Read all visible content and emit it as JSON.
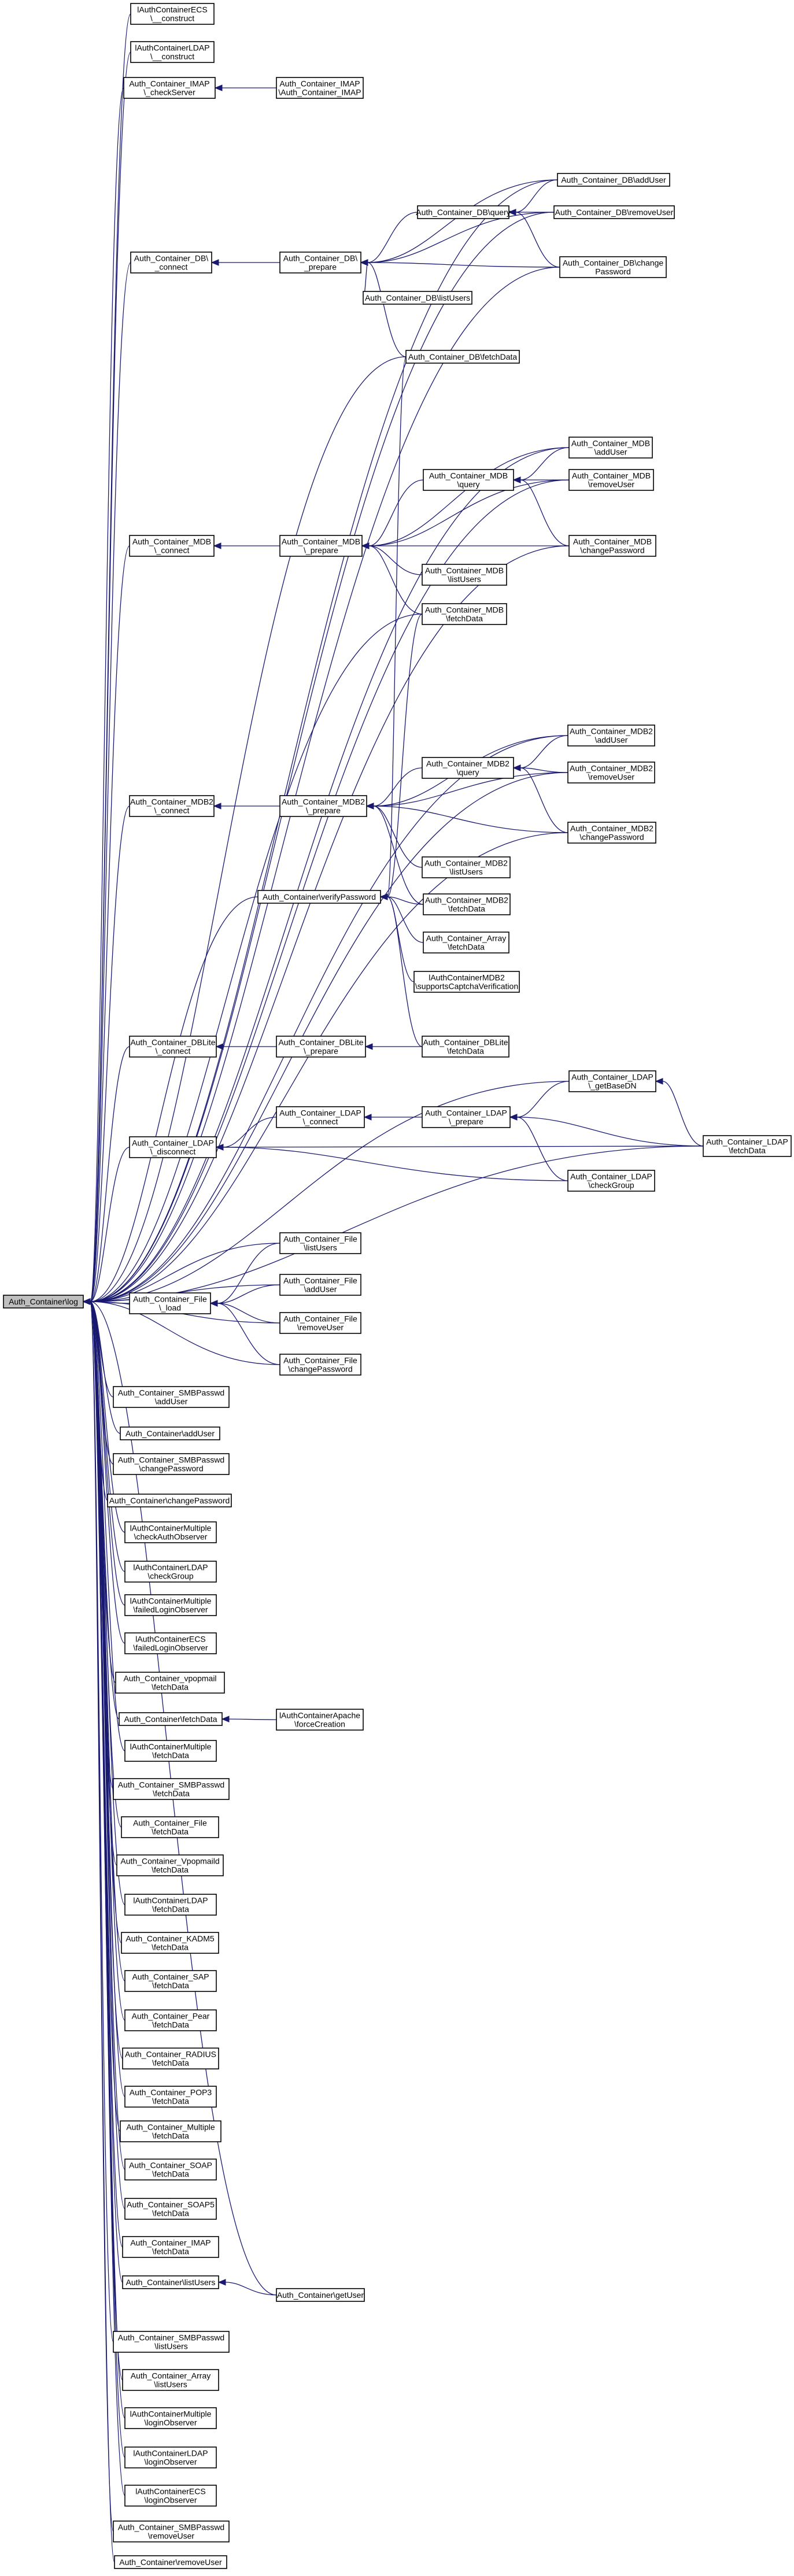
{
  "nodes": [
    {
      "id": "root",
      "lines": [
        "Auth_Container\\log"
      ]
    },
    {
      "id": "ecs_construct",
      "lines": [
        "lAuthContainerECS",
        "\\__construct"
      ]
    },
    {
      "id": "ldap_construct",
      "lines": [
        "lAuthContainerLDAP",
        "\\__construct"
      ]
    },
    {
      "id": "imap_checkServer",
      "lines": [
        "Auth_Container_IMAP",
        "\\_checkServer"
      ]
    },
    {
      "id": "imap_ctor",
      "lines": [
        "Auth_Container_IMAP",
        "\\Auth_Container_IMAP"
      ]
    },
    {
      "id": "db_addUser",
      "lines": [
        "Auth_Container_DB\\addUser"
      ]
    },
    {
      "id": "db_query",
      "lines": [
        "Auth_Container_DB\\query"
      ]
    },
    {
      "id": "db_removeUser",
      "lines": [
        "Auth_Container_DB\\removeUser"
      ]
    },
    {
      "id": "db_connect",
      "lines": [
        "Auth_Container_DB\\",
        "_connect"
      ]
    },
    {
      "id": "db_prepare",
      "lines": [
        "Auth_Container_DB\\",
        "_prepare"
      ]
    },
    {
      "id": "db_changePassword",
      "lines": [
        "Auth_Container_DB\\change",
        "Password"
      ]
    },
    {
      "id": "db_listUsers",
      "lines": [
        "Auth_Container_DB\\listUsers"
      ]
    },
    {
      "id": "db_fetchData",
      "lines": [
        "Auth_Container_DB\\fetchData"
      ]
    },
    {
      "id": "mdb_addUser",
      "lines": [
        "Auth_Container_MDB",
        "\\addUser"
      ]
    },
    {
      "id": "mdb_query",
      "lines": [
        "Auth_Container_MDB",
        "\\query"
      ]
    },
    {
      "id": "mdb_removeUser",
      "lines": [
        "Auth_Container_MDB",
        "\\removeUser"
      ]
    },
    {
      "id": "mdb_connect",
      "lines": [
        "Auth_Container_MDB",
        "\\_connect"
      ]
    },
    {
      "id": "mdb_prepare",
      "lines": [
        "Auth_Container_MDB",
        "\\_prepare"
      ]
    },
    {
      "id": "mdb_changePassword",
      "lines": [
        "Auth_Container_MDB",
        "\\changePassword"
      ]
    },
    {
      "id": "mdb_listUsers",
      "lines": [
        "Auth_Container_MDB",
        "\\listUsers"
      ]
    },
    {
      "id": "mdb_fetchData",
      "lines": [
        "Auth_Container_MDB",
        "\\fetchData"
      ]
    },
    {
      "id": "mdb2_addUser",
      "lines": [
        "Auth_Container_MDB2",
        "\\addUser"
      ]
    },
    {
      "id": "mdb2_query",
      "lines": [
        "Auth_Container_MDB2",
        "\\query"
      ]
    },
    {
      "id": "mdb2_removeUser",
      "lines": [
        "Auth_Container_MDB2",
        "\\removeUser"
      ]
    },
    {
      "id": "mdb2_connect",
      "lines": [
        "Auth_Container_MDB2",
        "\\_connect"
      ]
    },
    {
      "id": "mdb2_prepare",
      "lines": [
        "Auth_Container_MDB2",
        "\\_prepare"
      ]
    },
    {
      "id": "mdb2_changePassword",
      "lines": [
        "Auth_Container_MDB2",
        "\\changePassword"
      ]
    },
    {
      "id": "mdb2_listUsers",
      "lines": [
        "Auth_Container_MDB2",
        "\\listUsers"
      ]
    },
    {
      "id": "verifyPassword",
      "lines": [
        "Auth_Container\\verifyPassword"
      ]
    },
    {
      "id": "mdb2_fetchData",
      "lines": [
        "Auth_Container_MDB2",
        "\\fetchData"
      ]
    },
    {
      "id": "array_fetchData",
      "lines": [
        "Auth_Container_Array",
        "\\fetchData"
      ]
    },
    {
      "id": "mdb2_captcha",
      "lines": [
        "lAuthContainerMDB2",
        "\\supportsCaptchaVerification"
      ]
    },
    {
      "id": "dblite_connect",
      "lines": [
        "Auth_Container_DBLite",
        "\\_connect"
      ]
    },
    {
      "id": "dblite_prepare",
      "lines": [
        "Auth_Container_DBLite",
        "\\_prepare"
      ]
    },
    {
      "id": "dblite_fetchData",
      "lines": [
        "Auth_Container_DBLite",
        "\\fetchData"
      ]
    },
    {
      "id": "ldap_getBaseDN",
      "lines": [
        "Auth_Container_LDAP",
        "\\_getBaseDN"
      ]
    },
    {
      "id": "ldap_connect",
      "lines": [
        "Auth_Container_LDAP",
        "\\_connect"
      ]
    },
    {
      "id": "ldap_prepare",
      "lines": [
        "Auth_Container_LDAP",
        "\\_prepare"
      ]
    },
    {
      "id": "ldap_disconnect",
      "lines": [
        "Auth_Container_LDAP",
        "\\_disconnect"
      ]
    },
    {
      "id": "ldap_fetchData",
      "lines": [
        "Auth_Container_LDAP",
        "\\fetchData"
      ]
    },
    {
      "id": "ldap_checkGroup",
      "lines": [
        "Auth_Container_LDAP",
        "\\checkGroup"
      ]
    },
    {
      "id": "file_listUsers",
      "lines": [
        "Auth_Container_File",
        "\\listUsers"
      ]
    },
    {
      "id": "file_load",
      "lines": [
        "Auth_Container_File",
        "\\_load"
      ]
    },
    {
      "id": "file_addUser",
      "lines": [
        "Auth_Container_File",
        "\\addUser"
      ]
    },
    {
      "id": "file_removeUser",
      "lines": [
        "Auth_Container_File",
        "\\removeUser"
      ]
    },
    {
      "id": "file_changePassword",
      "lines": [
        "Auth_Container_File",
        "\\changePassword"
      ]
    },
    {
      "id": "smb_addUser",
      "lines": [
        "Auth_Container_SMBPasswd",
        "\\addUser"
      ]
    },
    {
      "id": "c_addUser",
      "lines": [
        "Auth_Container\\addUser"
      ]
    },
    {
      "id": "smb_changePassword",
      "lines": [
        "Auth_Container_SMBPasswd",
        "\\changePassword"
      ]
    },
    {
      "id": "c_changePassword",
      "lines": [
        "Auth_Container\\changePassword"
      ]
    },
    {
      "id": "multiple_checkAuthObserver",
      "lines": [
        "lAuthContainerMultiple",
        "\\checkAuthObserver"
      ]
    },
    {
      "id": "ldap_checkGroup2",
      "lines": [
        "lAuthContainerLDAP",
        "\\checkGroup"
      ]
    },
    {
      "id": "multiple_failedLogin",
      "lines": [
        "lAuthContainerMultiple",
        "\\failedLoginObserver"
      ]
    },
    {
      "id": "ecs_failedLogin",
      "lines": [
        "lAuthContainerECS",
        "\\failedLoginObserver"
      ]
    },
    {
      "id": "vpopmail_fetchData",
      "lines": [
        "Auth_Container_vpopmail",
        "\\fetchData"
      ]
    },
    {
      "id": "c_fetchData",
      "lines": [
        "Auth_Container\\fetchData"
      ]
    },
    {
      "id": "apache_forceCreation",
      "lines": [
        "lAuthContainerApache",
        "\\forceCreation"
      ]
    },
    {
      "id": "multiple_fetchData",
      "lines": [
        "lAuthContainerMultiple",
        "\\fetchData"
      ]
    },
    {
      "id": "smb_fetchData",
      "lines": [
        "Auth_Container_SMBPasswd",
        "\\fetchData"
      ]
    },
    {
      "id": "file_fetchData",
      "lines": [
        "Auth_Container_File",
        "\\fetchData"
      ]
    },
    {
      "id": "vpopmaild_fetchData",
      "lines": [
        "Auth_Container_Vpopmaild",
        "\\fetchData"
      ]
    },
    {
      "id": "ldap2_fetchData",
      "lines": [
        "lAuthContainerLDAP",
        "\\fetchData"
      ]
    },
    {
      "id": "kadm5_fetchData",
      "lines": [
        "Auth_Container_KADM5",
        "\\fetchData"
      ]
    },
    {
      "id": "sap_fetchData",
      "lines": [
        "Auth_Container_SAP",
        "\\fetchData"
      ]
    },
    {
      "id": "pear_fetchData",
      "lines": [
        "Auth_Container_Pear",
        "\\fetchData"
      ]
    },
    {
      "id": "radius_fetchData",
      "lines": [
        "Auth_Container_RADIUS",
        "\\fetchData"
      ]
    },
    {
      "id": "pop3_fetchData",
      "lines": [
        "Auth_Container_POP3",
        "\\fetchData"
      ]
    },
    {
      "id": "multiple2_fetchData",
      "lines": [
        "Auth_Container_Multiple",
        "\\fetchData"
      ]
    },
    {
      "id": "soap_fetchData",
      "lines": [
        "Auth_Container_SOAP",
        "\\fetchData"
      ]
    },
    {
      "id": "soap5_fetchData",
      "lines": [
        "Auth_Container_SOAP5",
        "\\fetchData"
      ]
    },
    {
      "id": "imap_fetchData",
      "lines": [
        "Auth_Container_IMAP",
        "\\fetchData"
      ]
    },
    {
      "id": "c_listUsers",
      "lines": [
        "Auth_Container\\listUsers"
      ]
    },
    {
      "id": "c_getUser",
      "lines": [
        "Auth_Container\\getUser"
      ]
    },
    {
      "id": "smb_listUsers",
      "lines": [
        "Auth_Container_SMBPasswd",
        "\\listUsers"
      ]
    },
    {
      "id": "array_listUsers",
      "lines": [
        "Auth_Container_Array",
        "\\listUsers"
      ]
    },
    {
      "id": "multiple_loginObserver",
      "lines": [
        "lAuthContainerMultiple",
        "\\loginObserver"
      ]
    },
    {
      "id": "ldap_loginObserver",
      "lines": [
        "lAuthContainerLDAP",
        "\\loginObserver"
      ]
    },
    {
      "id": "ecs_loginObserver",
      "lines": [
        "lAuthContainerECS",
        "\\loginObserver"
      ]
    },
    {
      "id": "smb_removeUser",
      "lines": [
        "Auth_Container_SMBPasswd",
        "\\removeUser"
      ]
    },
    {
      "id": "c_removeUser",
      "lines": [
        "Auth_Container\\removeUser"
      ]
    }
  ],
  "edges": [
    [
      "ecs_construct",
      "root"
    ],
    [
      "ldap_construct",
      "root"
    ],
    [
      "imap_checkServer",
      "root"
    ],
    [
      "imap_ctor",
      "imap_checkServer"
    ],
    [
      "db_addUser",
      "root"
    ],
    [
      "db_query",
      "db_prepare"
    ],
    [
      "db_addUser",
      "db_query"
    ],
    [
      "db_removeUser",
      "db_query"
    ],
    [
      "db_changePassword",
      "db_query"
    ],
    [
      "db_addUser",
      "db_prepare"
    ],
    [
      "db_removeUser",
      "db_prepare"
    ],
    [
      "db_changePassword",
      "db_prepare"
    ],
    [
      "db_listUsers",
      "db_prepare"
    ],
    [
      "db_fetchData",
      "db_prepare"
    ],
    [
      "db_prepare",
      "db_connect"
    ],
    [
      "db_connect",
      "root"
    ],
    [
      "db_changePassword",
      "root"
    ],
    [
      "db_fetchData",
      "root"
    ],
    [
      "db_removeUser",
      "root"
    ],
    [
      "mdb_addUser",
      "root"
    ],
    [
      "mdb_removeUser",
      "root"
    ],
    [
      "mdb_query",
      "mdb_prepare"
    ],
    [
      "mdb_addUser",
      "mdb_query"
    ],
    [
      "mdb_removeUser",
      "mdb_query"
    ],
    [
      "mdb_changePassword",
      "mdb_query"
    ],
    [
      "mdb_addUser",
      "mdb_prepare"
    ],
    [
      "mdb_removeUser",
      "mdb_prepare"
    ],
    [
      "mdb_changePassword",
      "mdb_prepare"
    ],
    [
      "mdb_listUsers",
      "mdb_prepare"
    ],
    [
      "mdb_fetchData",
      "mdb_prepare"
    ],
    [
      "mdb_prepare",
      "mdb_connect"
    ],
    [
      "mdb_connect",
      "root"
    ],
    [
      "mdb_changePassword",
      "root"
    ],
    [
      "mdb_fetchData",
      "root"
    ],
    [
      "mdb2_addUser",
      "root"
    ],
    [
      "mdb2_removeUser",
      "root"
    ],
    [
      "mdb2_query",
      "mdb2_prepare"
    ],
    [
      "mdb2_addUser",
      "mdb2_query"
    ],
    [
      "mdb2_removeUser",
      "mdb2_query"
    ],
    [
      "mdb2_changePassword",
      "mdb2_query"
    ],
    [
      "mdb2_addUser",
      "mdb2_prepare"
    ],
    [
      "mdb2_removeUser",
      "mdb2_prepare"
    ],
    [
      "mdb2_changePassword",
      "mdb2_prepare"
    ],
    [
      "mdb2_listUsers",
      "mdb2_prepare"
    ],
    [
      "mdb2_fetchData",
      "mdb2_prepare"
    ],
    [
      "mdb2_prepare",
      "mdb2_connect"
    ],
    [
      "mdb2_connect",
      "root"
    ],
    [
      "mdb2_changePassword",
      "root"
    ],
    [
      "verifyPassword",
      "root"
    ],
    [
      "mdb2_fetchData",
      "verifyPassword"
    ],
    [
      "array_fetchData",
      "verifyPassword"
    ],
    [
      "mdb2_captcha",
      "verifyPassword"
    ],
    [
      "dblite_fetchData",
      "verifyPassword"
    ],
    [
      "db_fetchData",
      "verifyPassword"
    ],
    [
      "mdb_fetchData",
      "verifyPassword"
    ],
    [
      "dblite_connect",
      "root"
    ],
    [
      "dblite_prepare",
      "dblite_connect"
    ],
    [
      "dblite_fetchData",
      "dblite_prepare"
    ],
    [
      "ldap_getBaseDN",
      "ldap_prepare"
    ],
    [
      "ldap_prepare",
      "ldap_connect"
    ],
    [
      "ldap_connect",
      "ldap_disconnect"
    ],
    [
      "ldap_disconnect",
      "root"
    ],
    [
      "ldap_fetchData",
      "ldap_getBaseDN"
    ],
    [
      "ldap_fetchData",
      "ldap_prepare"
    ],
    [
      "ldap_fetchData",
      "ldap_disconnect"
    ],
    [
      "ldap_checkGroup",
      "ldap_prepare"
    ],
    [
      "ldap_checkGroup",
      "ldap_disconnect"
    ],
    [
      "ldap_fetchData",
      "root"
    ],
    [
      "ldap_getBaseDN",
      "root"
    ],
    [
      "file_load",
      "root"
    ],
    [
      "file_listUsers",
      "file_load"
    ],
    [
      "file_addUser",
      "file_load"
    ],
    [
      "file_removeUser",
      "file_load"
    ],
    [
      "file_changePassword",
      "file_load"
    ],
    [
      "file_listUsers",
      "root"
    ],
    [
      "file_addUser",
      "root"
    ],
    [
      "file_removeUser",
      "root"
    ],
    [
      "file_changePassword",
      "root"
    ],
    [
      "smb_addUser",
      "root"
    ],
    [
      "c_addUser",
      "root"
    ],
    [
      "smb_changePassword",
      "root"
    ],
    [
      "c_changePassword",
      "root"
    ],
    [
      "multiple_checkAuthObserver",
      "root"
    ],
    [
      "ldap_checkGroup2",
      "root"
    ],
    [
      "multiple_failedLogin",
      "root"
    ],
    [
      "ecs_failedLogin",
      "root"
    ],
    [
      "vpopmail_fetchData",
      "root"
    ],
    [
      "c_fetchData",
      "root"
    ],
    [
      "apache_forceCreation",
      "c_fetchData"
    ],
    [
      "multiple_fetchData",
      "root"
    ],
    [
      "smb_fetchData",
      "root"
    ],
    [
      "file_fetchData",
      "root"
    ],
    [
      "vpopmaild_fetchData",
      "root"
    ],
    [
      "ldap2_fetchData",
      "root"
    ],
    [
      "kadm5_fetchData",
      "root"
    ],
    [
      "sap_fetchData",
      "root"
    ],
    [
      "pear_fetchData",
      "root"
    ],
    [
      "radius_fetchData",
      "root"
    ],
    [
      "pop3_fetchData",
      "root"
    ],
    [
      "multiple2_fetchData",
      "root"
    ],
    [
      "soap_fetchData",
      "root"
    ],
    [
      "soap5_fetchData",
      "root"
    ],
    [
      "imap_fetchData",
      "root"
    ],
    [
      "c_listUsers",
      "root"
    ],
    [
      "c_getUser",
      "c_listUsers"
    ],
    [
      "c_getUser",
      "root"
    ],
    [
      "smb_listUsers",
      "root"
    ],
    [
      "array_listUsers",
      "root"
    ],
    [
      "multiple_loginObserver",
      "root"
    ],
    [
      "ldap_loginObserver",
      "root"
    ],
    [
      "ecs_loginObserver",
      "root"
    ],
    [
      "smb_removeUser",
      "root"
    ],
    [
      "c_removeUser",
      "root"
    ]
  ]
}
